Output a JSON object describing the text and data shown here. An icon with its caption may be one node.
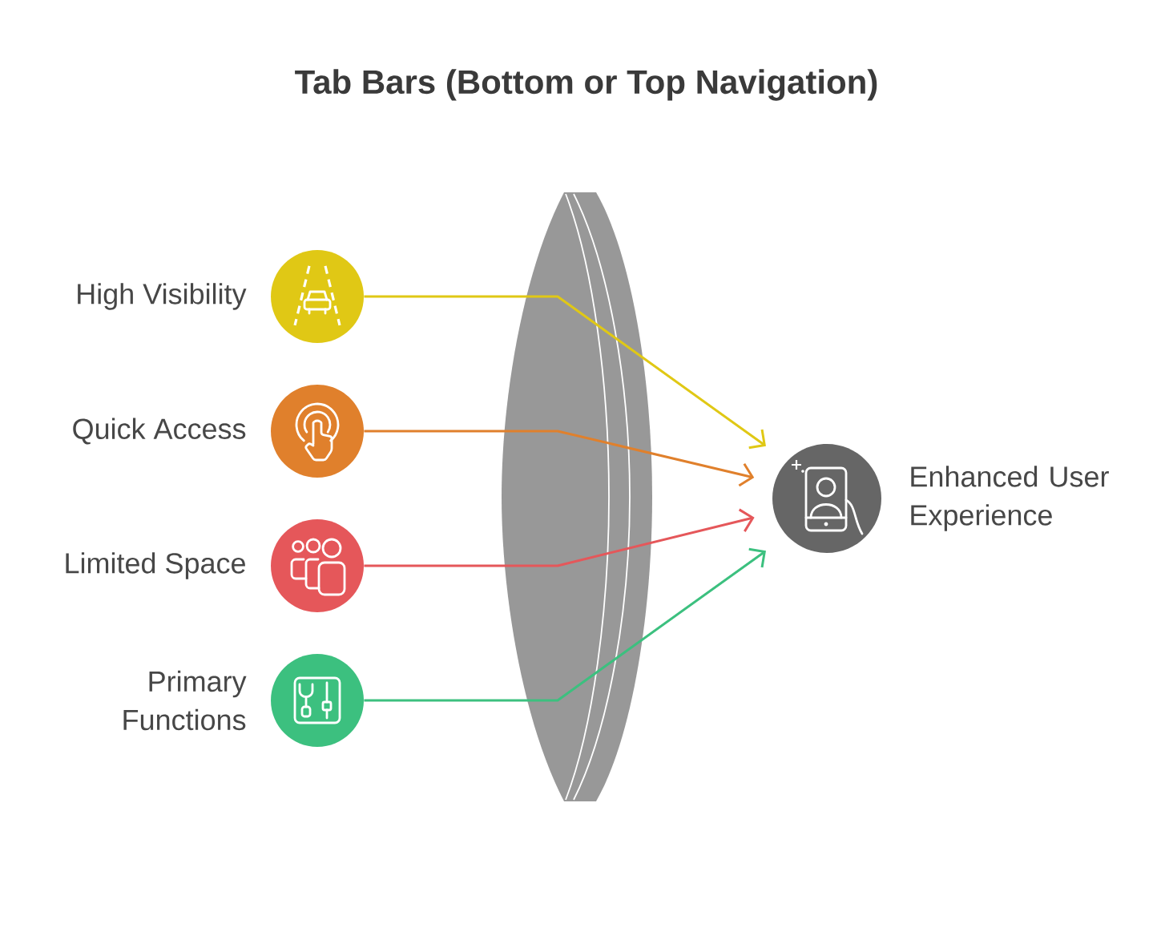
{
  "diagram": {
    "title": "Tab Bars (Bottom or Top Navigation)",
    "nodes": [
      {
        "text": [
          "High Visibility"
        ]
      },
      {
        "text": [
          "Quick Access"
        ]
      },
      {
        "text": [
          "Limited Space"
        ]
      },
      {
        "text": [
          "Primary Functions"
        ]
      },
      {
        "text": [
          "Enhanced User Experience"
        ]
      }
    ],
    "edges": [
      {
        "from": 0,
        "to": 4,
        "arrow": "to",
        "color": "#e0c815"
      },
      {
        "from": 1,
        "to": 4,
        "arrow": "to",
        "color": "#e0802c"
      },
      {
        "from": 2,
        "to": 4,
        "arrow": "to",
        "color": "#e5575a"
      },
      {
        "from": 3,
        "to": 4,
        "arrow": "to",
        "color": "#3cc07f"
      }
    ]
  }
}
